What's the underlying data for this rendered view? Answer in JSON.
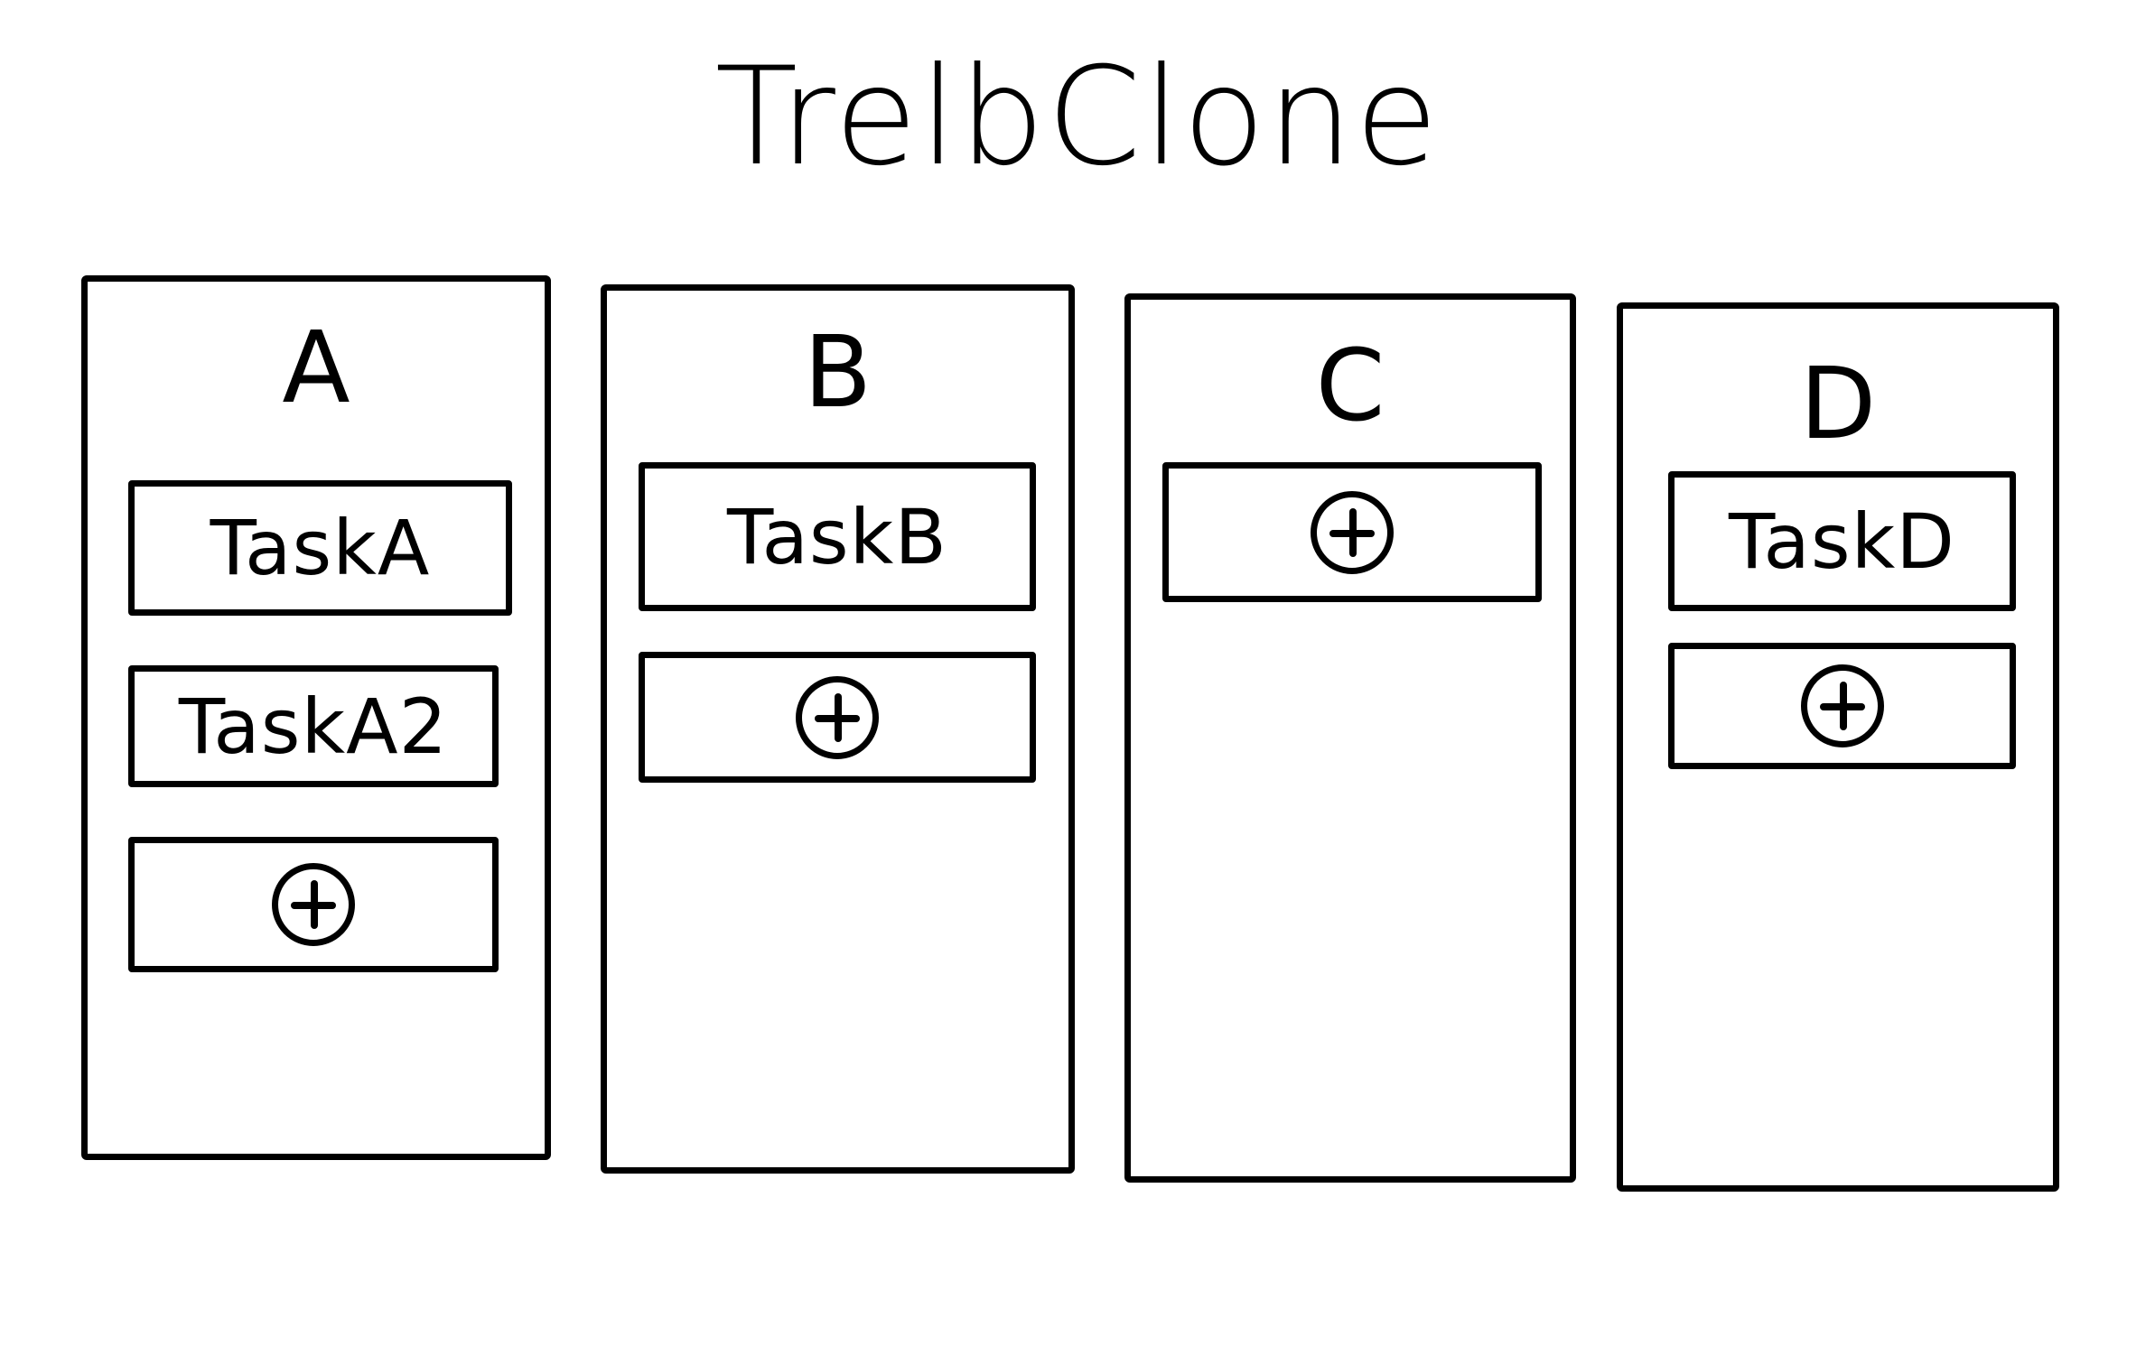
{
  "app": {
    "title": "TrelbClone"
  },
  "columns": [
    {
      "title": "A",
      "cards": [
        {
          "label": "TaskA"
        },
        {
          "label": "TaskA2"
        }
      ],
      "add_icon": "plus-circle-icon"
    },
    {
      "title": "B",
      "cards": [
        {
          "label": "TaskB"
        }
      ],
      "add_icon": "plus-circle-icon"
    },
    {
      "title": "C",
      "cards": [],
      "add_icon": "plus-circle-icon"
    },
    {
      "title": "D",
      "cards": [
        {
          "label": "TaskD"
        }
      ],
      "add_icon": "plus-circle-icon"
    }
  ],
  "colors": {
    "ink": "#000000",
    "background": "#ffffff"
  }
}
